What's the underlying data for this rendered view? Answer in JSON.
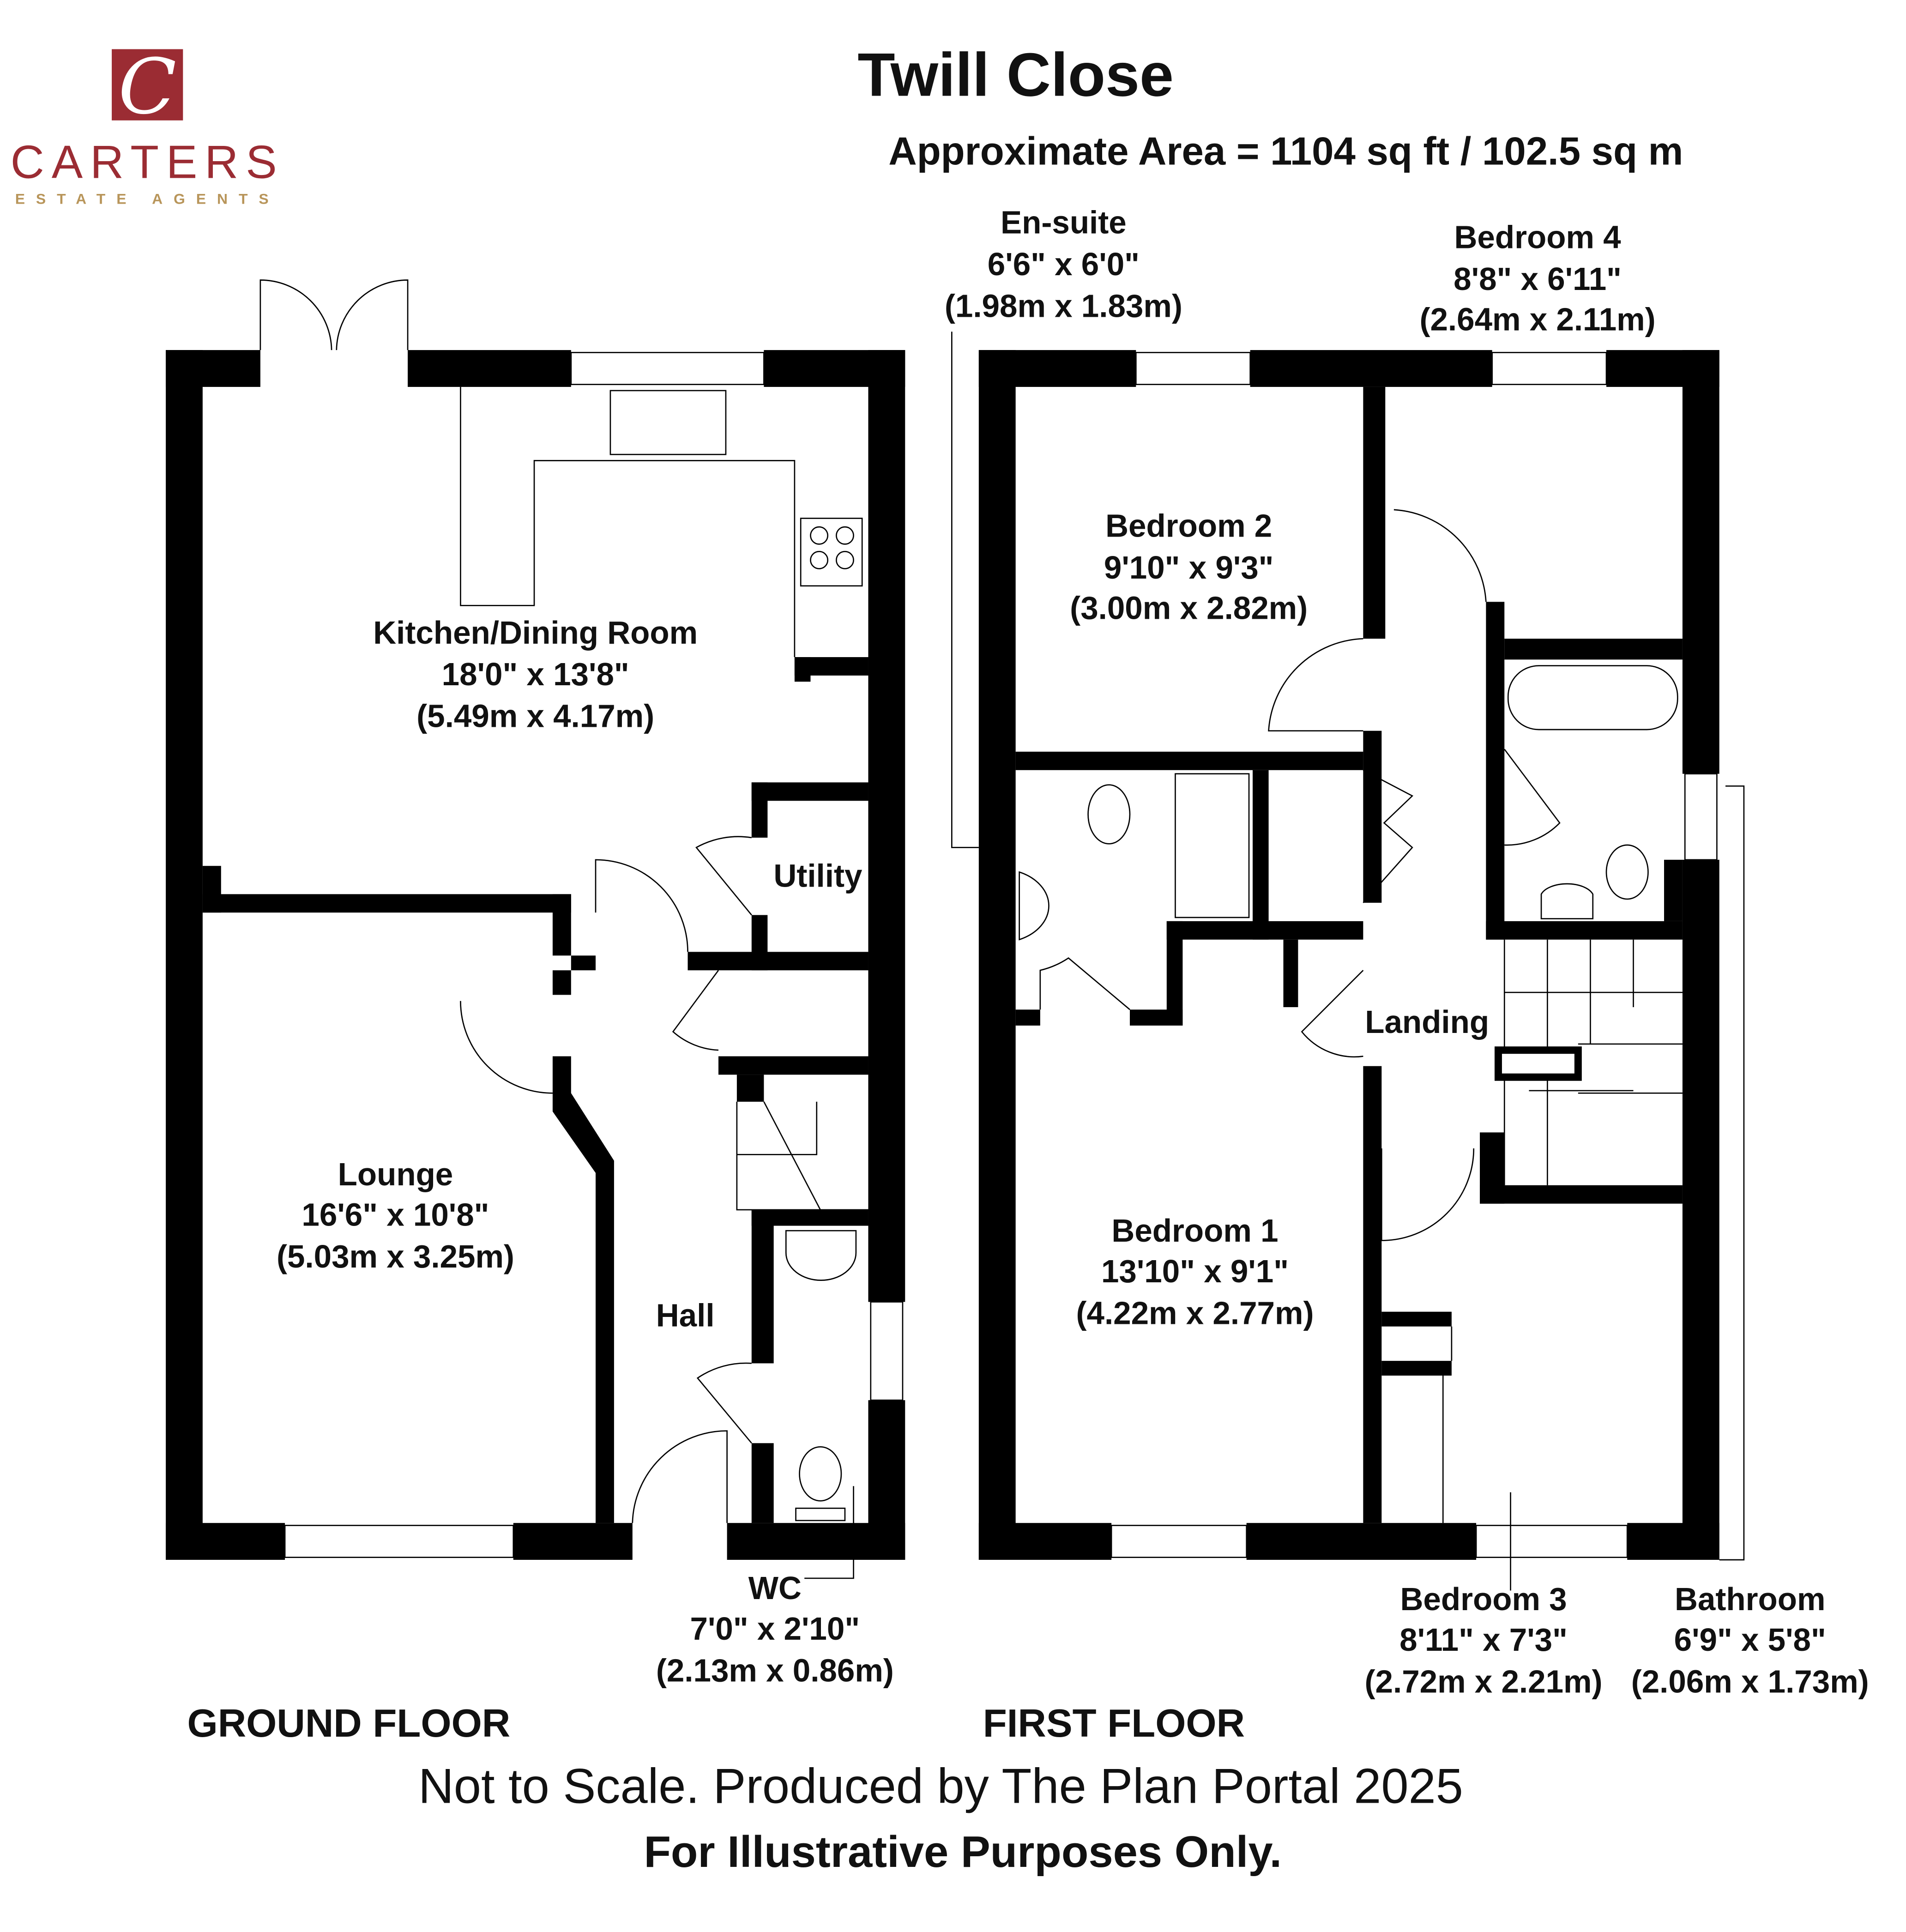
{
  "logo": {
    "letter": "C",
    "name": "CARTERS",
    "tagline": "ESTATE AGENTS",
    "brand_color": "#9b2c33",
    "tagline_color": "#b8955a"
  },
  "header": {
    "title": "Twill Close",
    "area": "Approximate Area = 1104 sq ft / 102.5 sq m"
  },
  "ground_floor": {
    "label": "GROUND FLOOR",
    "rooms": {
      "kitchen": {
        "name": "Kitchen/Dining Room",
        "imperial": "18'0\" x 13'8\"",
        "metric": "(5.49m x 4.17m)"
      },
      "utility": {
        "name": "Utility"
      },
      "lounge": {
        "name": "Lounge",
        "imperial": "16'6\" x 10'8\"",
        "metric": "(5.03m x 3.25m)"
      },
      "hall": {
        "name": "Hall"
      },
      "wc": {
        "name": "WC",
        "imperial": "7'0\" x 2'10\"",
        "metric": "(2.13m x 0.86m)"
      }
    }
  },
  "first_floor": {
    "label": "FIRST FLOOR",
    "rooms": {
      "ensuite": {
        "name": "En-suite",
        "imperial": "6'6\" x 6'0\"",
        "metric": "(1.98m x 1.83m)"
      },
      "bedroom4": {
        "name": "Bedroom 4",
        "imperial": "8'8\" x 6'11\"",
        "metric": "(2.64m x 2.11m)"
      },
      "bedroom2": {
        "name": "Bedroom 2",
        "imperial": "9'10\" x 9'3\"",
        "metric": "(3.00m x 2.82m)"
      },
      "landing": {
        "name": "Landing"
      },
      "bedroom1": {
        "name": "Bedroom 1",
        "imperial": "13'10\" x 9'1\"",
        "metric": "(4.22m x 2.77m)"
      },
      "bedroom3": {
        "name": "Bedroom 3",
        "imperial": "8'11\" x 7'3\"",
        "metric": "(2.72m x 2.21m)"
      },
      "bathroom": {
        "name": "Bathroom",
        "imperial": "6'9\" x 5'8\"",
        "metric": "(2.06m x 1.73m)"
      }
    }
  },
  "footer": {
    "disclaimer": "Not to Scale. Produced by The Plan Portal 2025",
    "note": "For Illustrative Purposes Only."
  }
}
